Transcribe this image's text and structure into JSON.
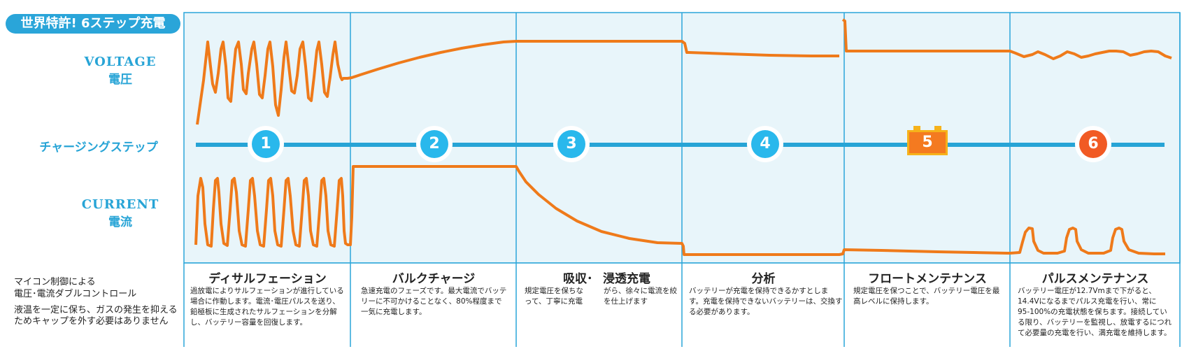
{
  "title": "世界特許! 6ステップ充電",
  "labels": {
    "voltage_en": "VOLTAGE",
    "voltage_jp": "電圧",
    "charging_step": "チャージングステップ",
    "current_en": "CURRENT",
    "current_jp": "電流"
  },
  "left_notes": {
    "line1": "マイコン制御による",
    "line2": "電圧･電流ダブルコントロール",
    "line3": "液温を一定に保ち、ガスの発生を抑える",
    "line4": "ためキャップを外す必要はありません"
  },
  "steps": [
    {
      "number": "1",
      "title": "ディサルフェーション",
      "desc": [
        "過放電によりサルフェーションが進行している",
        "場合に作動します。電流･電圧パルスを送り、",
        "鉛極板に生成されたサルフェーションを分解",
        "し、バッテリー容量を回復します。"
      ]
    },
    {
      "number": "2",
      "title": "バルクチャージ",
      "desc": [
        "急速充電のフェーズです。最大電流でバッテ",
        "リーに不可かけることなく、80%程度まで",
        "一気に充電します。"
      ]
    },
    {
      "number": "3",
      "title": "吸収･",
      "title2": "浸透充電",
      "desc": [
        "規定電圧を保ちな",
        "って、丁寧に充電"
      ],
      "desc2": [
        "がら、徐々に電流を絞",
        "を仕上げます"
      ]
    },
    {
      "number": "4",
      "title": "分析",
      "desc": [
        "バッテリーが充電を保持できるかすとしま",
        "す。充電を保持できないバッテリーは、交換す",
        "る必要があります。"
      ]
    },
    {
      "number": "5",
      "title": "フロートメンテナンス",
      "desc": [
        "規定電圧を保つことで、バッテリー電圧を最",
        "高レベルに保持します。"
      ]
    },
    {
      "number": "6",
      "title": "パルスメンテナンス",
      "desc": [
        "バッテリー電圧が12.7Vmまで下がると、",
        "14.4Vになるまでパルス充電を行い、常に",
        "95-100%の充電状態を保ちます。接続してい",
        "る限り、バッテリーを監視し、放電するにつれ",
        "て必要量の充電を行い、満充電を維持します。"
      ]
    }
  ],
  "colors": {
    "panel_bg": "#e8f5fa",
    "divider": "#2aa5d9",
    "curve": "#ef7a1a",
    "step_line": "#27a4d6",
    "badge_blue": "#29b8ec",
    "badge_orange": "#f15a24"
  }
}
